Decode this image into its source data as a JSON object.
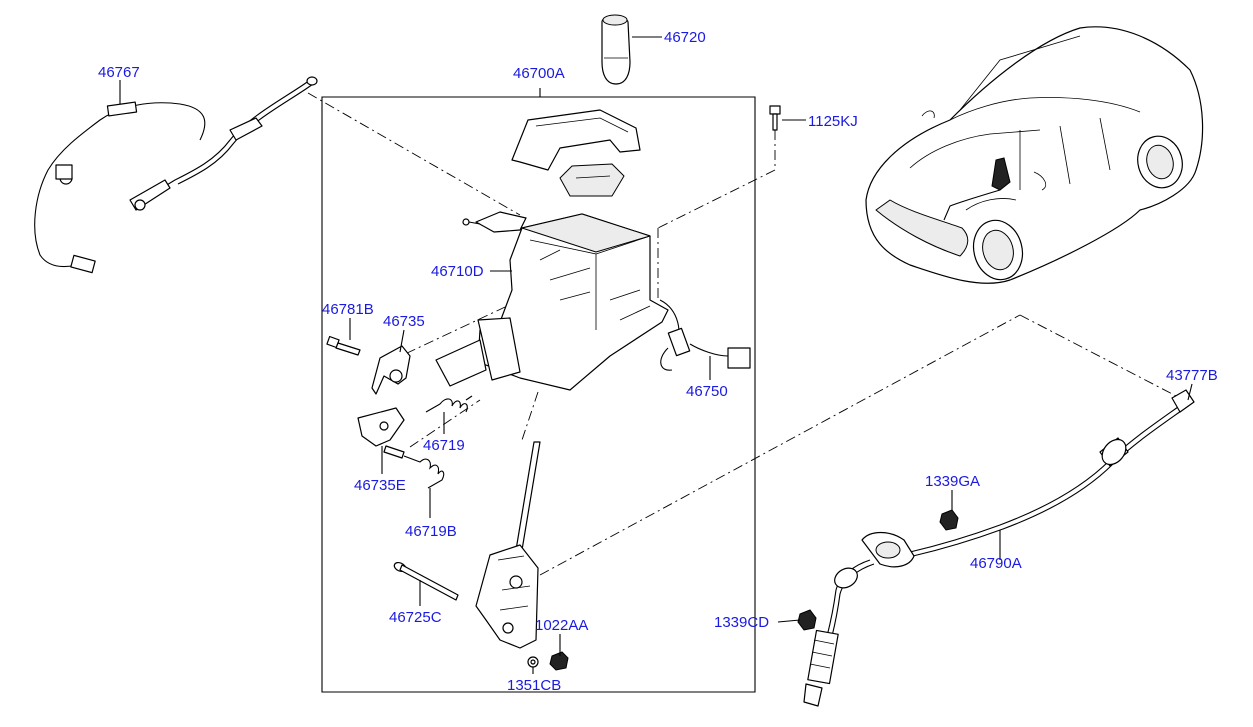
{
  "labels": {
    "p46767": "46767",
    "p46700A": "46700A",
    "p46720": "46720",
    "p1125KJ": "1125KJ",
    "p46710D": "46710D",
    "p46781B": "46781B",
    "p46735": "46735",
    "p46719": "46719",
    "p46735E": "46735E",
    "p46719B": "46719B",
    "p46725C": "46725C",
    "p1022AA": "1022AA",
    "p1351CB": "1351CB",
    "p46750": "46750",
    "p43777B": "43777B",
    "p1339GA": "1339GA",
    "p46790A": "46790A",
    "p1339CD": "1339CD"
  },
  "colors": {
    "label": "#1a1ae0",
    "line": "#000000",
    "background": "#ffffff"
  }
}
